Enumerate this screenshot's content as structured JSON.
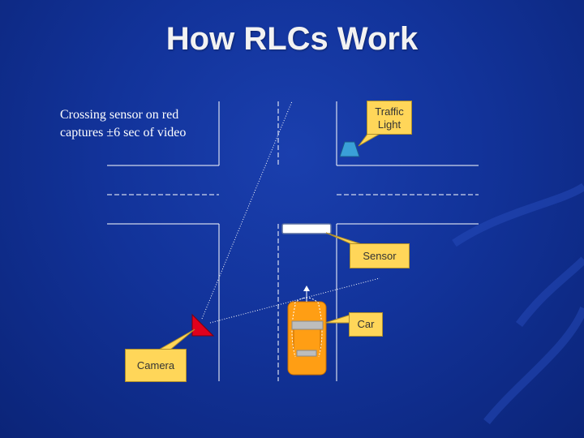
{
  "title": "How RLCs Work",
  "caption": {
    "line1": "Crossing sensor on red",
    "line2": "captures ±6 sec of video"
  },
  "callouts": {
    "traffic_light": {
      "line1": "Traffic",
      "line2": "Light"
    },
    "sensor": "Sensor",
    "car": "Car",
    "camera": "Camera"
  },
  "colors": {
    "background": "#12339a",
    "callout_fill": "#ffd659",
    "camera": "#e0001c",
    "traffic_light": "#3aa0d8",
    "car": "#ff9e14",
    "road_lines": "#ffffff"
  }
}
